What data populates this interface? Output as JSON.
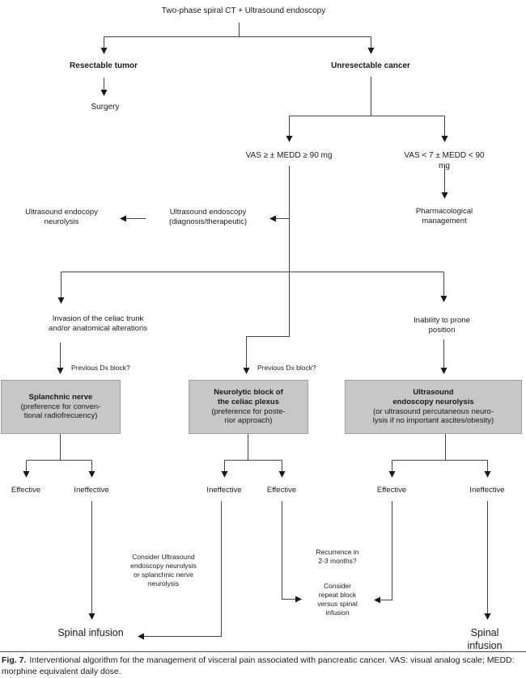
{
  "diagram": {
    "root": "Two-phase spiral CT + Ultrasound endoscopy",
    "resectable": "Resectable tumor",
    "unresectable": "Unresectable cancer",
    "surgery": "Surgery",
    "vas_high": "VAS ≥ ± MEDD ≥ 90 mg",
    "vas_low": "VAS < 7 ± MEDD < 90 mg",
    "us_neurolysis": "Ultrasound endocopy\nneurolysis",
    "us_endoscopy": "Ultrasound endoscopy\n(diagnosis/therapeutic)",
    "pharmacological": "Pharmacological\nmanagement",
    "invasion": "Invasion of the celiac trunk\nand/or anatomical alterations",
    "inability": "Inability to prone position",
    "previous_dx_left": "Previous Dx block?",
    "previous_dx_mid": "Previous Dx block?",
    "box_splanchnic_title": "Splanchnic nerve",
    "box_splanchnic_sub": "(preference for conven-\ntional radiofrecuency)",
    "box_neurolytic_title": "Neurolytic block of\nthe celiac plexus",
    "box_neurolytic_sub": "(preference for poste-\nrior approach)",
    "box_usneuro_title": "Ultrasound\nendoscopy neurolysis",
    "box_usneuro_sub": "(or ultrasound percutaneous neuro-\nlysis if no important ascites/obesity)",
    "outcome_left_1": "Effective",
    "outcome_left_2": "Ineffective",
    "outcome_mid_1": "Ineffective",
    "outcome_mid_2": "Effective",
    "outcome_right_1": "Effective",
    "outcome_right_2": "Ineffective",
    "consider_us": "Consider Ultrasound\nendoscopy neurolysis\nor splanchnic nerve\nneurolysis",
    "recurrence": "Recurrence in\n2-3 months?",
    "consider_repeat": "Consider\nrepeat block\nversus spinal\ninfusion",
    "spinal_left": "Spinal infusion",
    "spinal_right": "Spinal infusion"
  },
  "caption": {
    "label": "Fig. 7.",
    "text": "Interventional algorithm for the management of visceral pain associated with pancreatic cancer. VAS: visual analog scale; MEDD: morphine equivalent daily dose."
  },
  "colors": {
    "box_fill": "#c7c7c7",
    "box_border": "#9e9e9e",
    "line": "#454545",
    "text": "#1a1a1a"
  }
}
